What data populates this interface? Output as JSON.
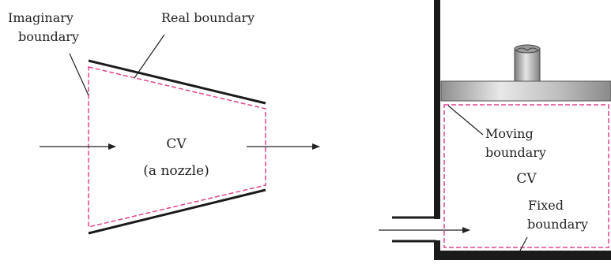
{
  "nozzle": {
    "imaginary_label_line1": "Imaginary",
    "imaginary_label_line2": "boundary",
    "real_label": "Real boundary",
    "cv_label": "CV",
    "cv_sublabel": "(a nozzle)"
  },
  "piston": {
    "moving_label_line1": "Moving",
    "moving_label_line2": "boundary",
    "cv_label": "CV",
    "fixed_label_line1": "Fixed",
    "fixed_label_line2": "boundary"
  },
  "colors": {
    "dashed_boundary": "#e0458e",
    "wall": "#1a1a1a",
    "piston_metal": "#b8b8b8"
  }
}
